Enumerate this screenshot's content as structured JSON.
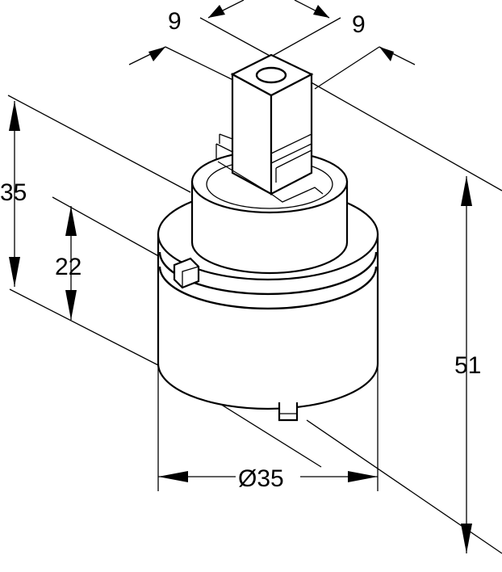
{
  "dimensions": {
    "stem_width_left": "9",
    "stem_width_right": "9",
    "height_upper": "35",
    "height_lower": "22",
    "total_height": "51",
    "diameter": "Ø35"
  },
  "colors": {
    "line": "#000000",
    "background": "#ffffff"
  }
}
